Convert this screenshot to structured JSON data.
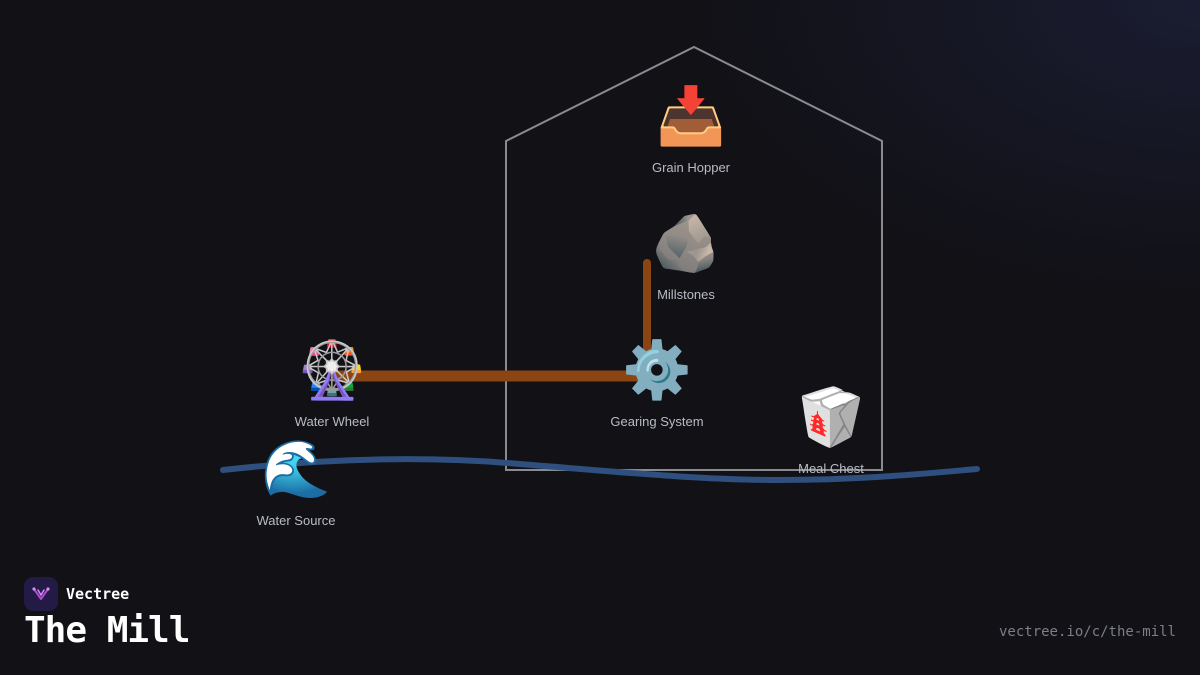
{
  "brand": {
    "name": "Vectree",
    "logo_icon": "vectree-logo-icon",
    "logo_color": "#b04bd6"
  },
  "title": "The Mill",
  "url": "vectree.io/c/the-mill",
  "colors": {
    "background": "#111116",
    "building_outline": "#8a8b90",
    "river": "#2f4f7f",
    "shaft": "#8b4513",
    "label": "#b9bcc6"
  },
  "nodes": {
    "grain_hopper": {
      "label": "Grain Hopper",
      "icon": "📥",
      "icon_name": "inbox-tray-icon"
    },
    "millstones": {
      "label": "Millstones",
      "icon": "🪨",
      "icon_name": "rock-icon"
    },
    "gearing_system": {
      "label": "Gearing System",
      "icon": "⚙️",
      "icon_name": "gear-icon"
    },
    "water_wheel": {
      "label": "Water Wheel",
      "icon": "🎡",
      "icon_name": "ferris-wheel-icon"
    },
    "water_source": {
      "label": "Water Source",
      "icon": "🌊",
      "icon_name": "wave-icon"
    },
    "meal_chest": {
      "label": "Meal Chest",
      "icon": "🥡",
      "icon_name": "takeout-box-icon"
    }
  }
}
